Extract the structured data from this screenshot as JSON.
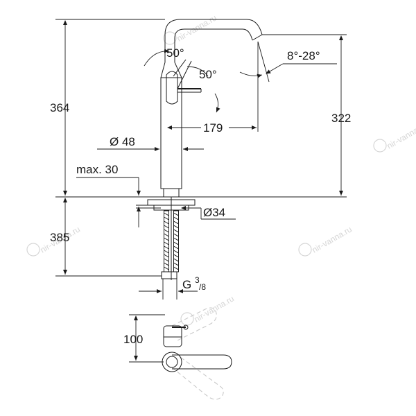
{
  "dimensions": {
    "height_total": "364",
    "height_spout": "322",
    "reach": "179",
    "lever_angle_front": "50°",
    "lever_angle_side": "50°",
    "spout_angle": "8°-28°",
    "diameter_body": "Ø 48",
    "max_counter": "max. 30",
    "diameter_thread": "Ø34",
    "hose_length": "385",
    "thread_g": "G",
    "thread_num": "3",
    "thread_den": "/8",
    "top_depth": "100"
  },
  "watermark": {
    "text": "nir-vanna.ru"
  },
  "colors": {
    "line": "#1a1a1a",
    "ghost": "#c8c8c8",
    "watermark": "#d6d6d6"
  }
}
